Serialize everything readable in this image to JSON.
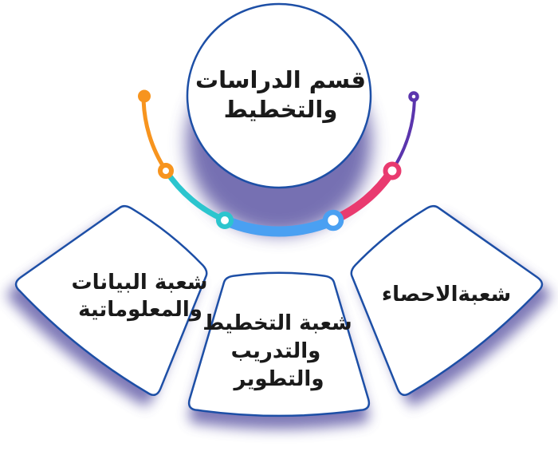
{
  "colors": {
    "background": "#ffffff",
    "node_fill": "#ffffff",
    "node_border": "#1d4fa6",
    "label_text": "#1a1a1a",
    "shadow": "#5e59a5",
    "arc_orange": "#f7941e",
    "arc_teal": "#2cc5ce",
    "arc_blue": "#4aa0f2",
    "arc_pink": "#e93a6f",
    "arc_purple": "#5b35ad"
  },
  "root": {
    "label": "قسم الدراسات والتخطيط",
    "lines": [
      "قسم الدراسات",
      "والتخطيط"
    ]
  },
  "branches": [
    {
      "position": "left",
      "label": "شعبة البيانات والمعلوماتية",
      "lines": [
        "شعبة البيانات",
        "والمعلوماتية"
      ]
    },
    {
      "position": "center",
      "label": "شعبة التخطيط والتدريب والتطوير",
      "lines": [
        "شعبة التخطيط",
        "والتدريب",
        "والتطوير"
      ]
    },
    {
      "position": "right",
      "label": "شعبةالاحصاء",
      "lines": [
        "شعبةالاحصاء"
      ]
    }
  ]
}
